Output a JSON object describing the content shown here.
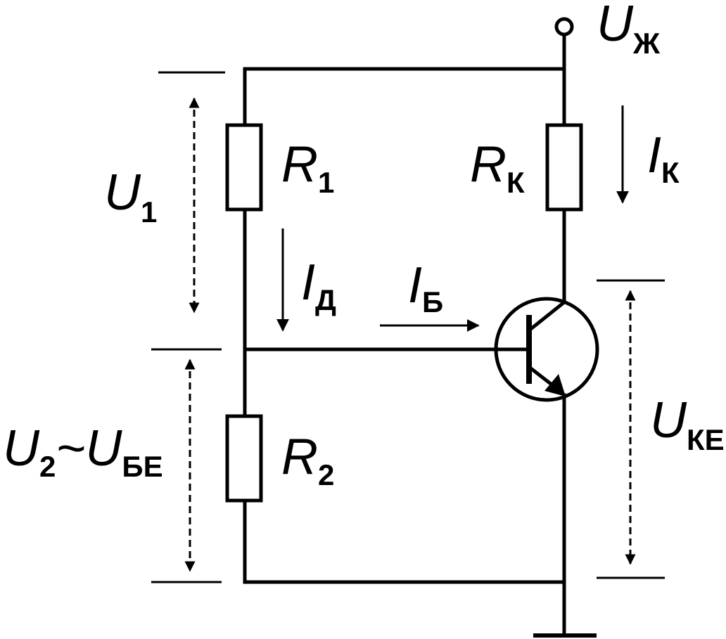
{
  "labels": {
    "supply": {
      "main": "U",
      "sub": "Ж"
    },
    "r1": {
      "main": "R",
      "sub": "1"
    },
    "r2": {
      "main": "R",
      "sub": "2"
    },
    "rk": {
      "main": "R",
      "sub": "К"
    },
    "ik": {
      "main": "I",
      "sub": "К"
    },
    "id": {
      "main": "I",
      "sub": "Д"
    },
    "ib": {
      "main": "I",
      "sub": "Б"
    },
    "u1": {
      "main": "U",
      "sub": "1"
    },
    "u2": {
      "main": "U",
      "sub": "2"
    },
    "tilde": "~",
    "ube": {
      "main": "U",
      "sub": "БЕ"
    },
    "uke": {
      "main": "U",
      "sub": "КЕ"
    }
  }
}
